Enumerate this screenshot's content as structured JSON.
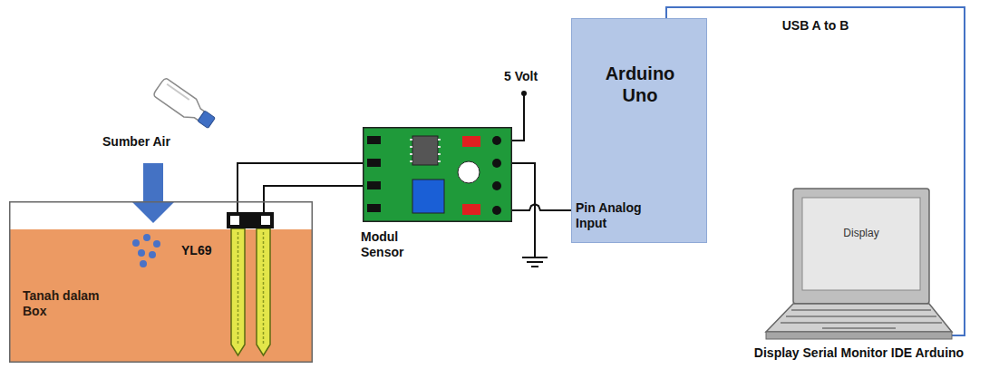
{
  "diagram": {
    "nodes": [
      {
        "text": [
          "Tanah dalam Box"
        ]
      },
      {
        "text": [
          "YL69"
        ],
        "in": 0
      },
      {
        "text": [
          "Modul Sensor"
        ]
      },
      {
        "text": [
          "Arduino Uno",
          "Pin Analog Input"
        ]
      },
      {
        "text": [
          "Display",
          "Display Serial Monitor IDE Arduino"
        ]
      }
    ],
    "edges": [
      {
        "from": 1,
        "to": 2,
        "arrow": "none"
      },
      {
        "from": 1,
        "to": 2,
        "arrow": "none"
      },
      {
        "from": 2,
        "to": 3,
        "arrow": "none"
      },
      {
        "from": 3,
        "to": 4,
        "label": "USB A to B",
        "arrow": "none"
      }
    ],
    "labels": [
      "Sumber Air",
      "5 Volt"
    ]
  }
}
